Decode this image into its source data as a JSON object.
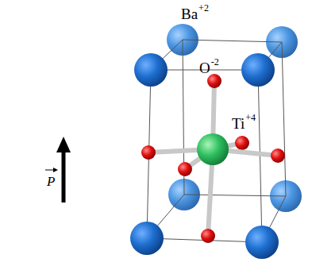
{
  "diagram": {
    "labels": [
      "Ba",
      "+2",
      "O",
      "-2",
      "Ti",
      "+4",
      "P"
    ]
  }
}
